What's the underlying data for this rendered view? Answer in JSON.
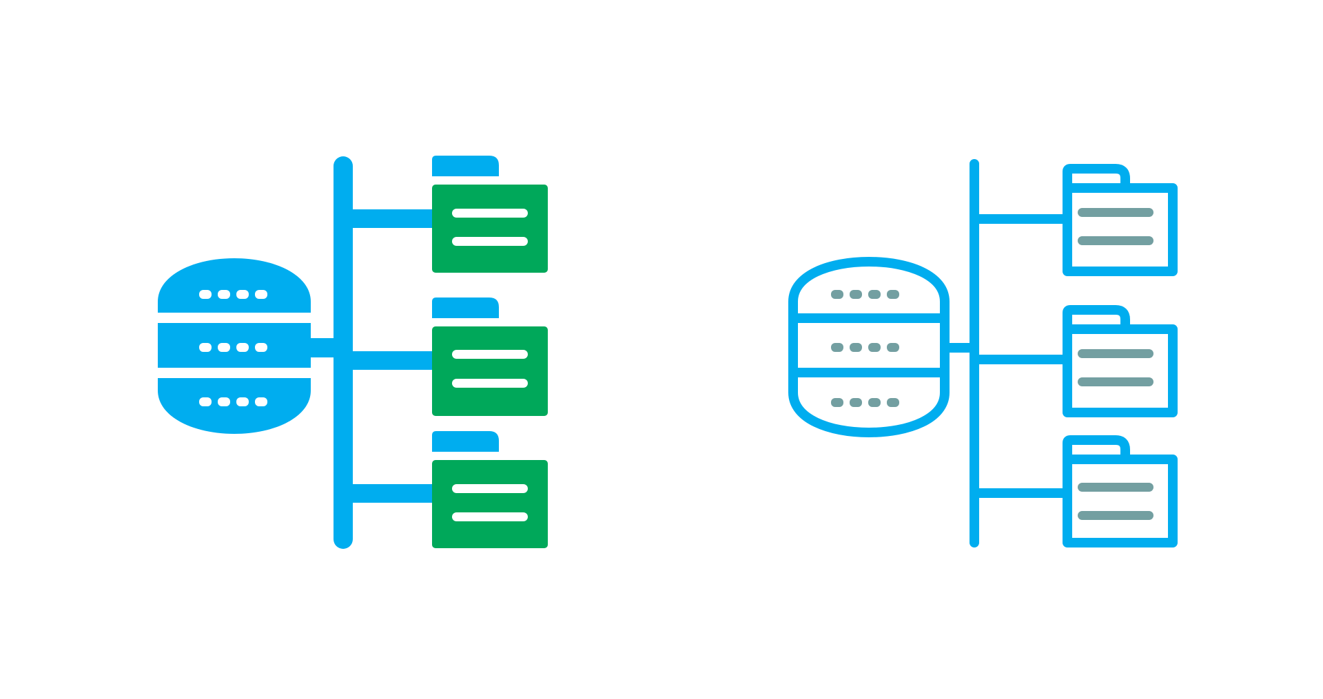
{
  "icons": [
    {
      "name": "server-folder-network-icon-filled",
      "style": "filled",
      "server_color": "#00adef",
      "folder_color": "#00a85a",
      "line_color": "#ffffff",
      "folder_count": 3,
      "server_rows": 3,
      "dots_per_row": 4
    },
    {
      "name": "server-folder-network-icon-outline",
      "style": "outline",
      "server_color": "#00adef",
      "folder_color": "#00adef",
      "line_color": "#739fa1",
      "folder_count": 3,
      "server_rows": 3,
      "dots_per_row": 4
    }
  ],
  "background_color": "#ffffff"
}
